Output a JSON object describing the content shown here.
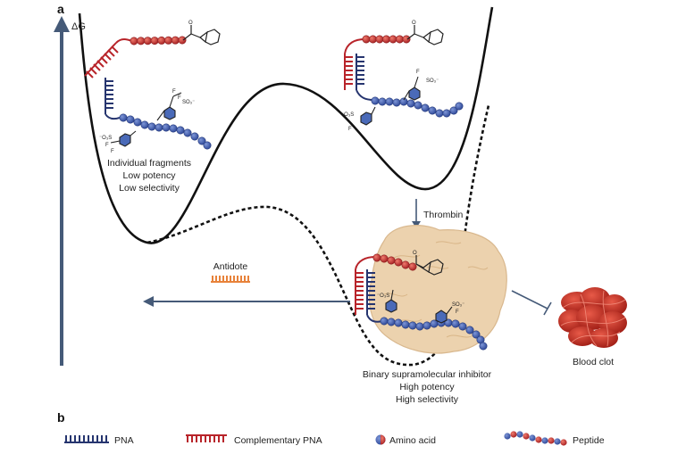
{
  "panel_a": {
    "letter": "a",
    "y_axis_label": "ΔG",
    "left_state": [
      "Individual fragments",
      "Low potency",
      "Low selectivity"
    ],
    "arrow_label": "Thrombin",
    "antidote_label": "Antidote",
    "bound_state": [
      "Binary supramolecular inhibitor",
      "High potency",
      "High selectivity"
    ],
    "clot_label": "Blood clot",
    "chem_labels": {
      "so3": "SO₃⁻",
      "o3s": "⁻O₃S",
      "f": "F",
      "o": "O",
      "s": "S"
    }
  },
  "panel_b": {
    "letter": "b",
    "legend": [
      {
        "icon": "pna-icon",
        "label": "PNA"
      },
      {
        "icon": "complementary-pna-icon",
        "label": "Complementary PNA"
      },
      {
        "icon": "amino-acid-icon",
        "label": "Amino acid"
      },
      {
        "icon": "peptide-icon",
        "label": "Peptide"
      }
    ]
  },
  "colors": {
    "pna_blue": "#26356f",
    "comp_pna_red": "#b8242a",
    "peptide_blue": "#3b56a8",
    "peptide_red": "#c8312f",
    "axis_blue": "#455a78",
    "thrombin_tan": "#ecd2ae",
    "clot_red": "#c02a20",
    "antidote_orange": "#e8823a"
  }
}
